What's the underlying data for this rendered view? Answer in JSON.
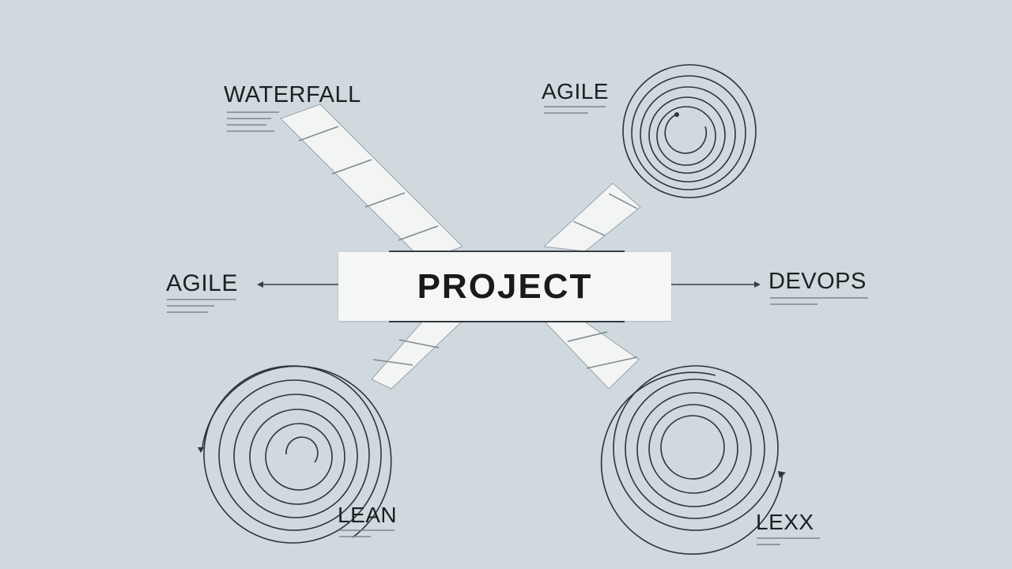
{
  "center": {
    "title": "PROJECT"
  },
  "nodes": {
    "waterfall": {
      "label": "WATERFALL"
    },
    "agile_top": {
      "label": "AGILE"
    },
    "agile_left": {
      "label": "AGILE"
    },
    "devops": {
      "label": "DEVOPS"
    },
    "lean": {
      "label": "LEAN"
    },
    "lexx": {
      "label": "LEXX"
    }
  },
  "colors": {
    "background": "#cfd9de",
    "band_fill": "#f3f4f4",
    "line": "#3a3f43",
    "text": "#1d1f21"
  }
}
